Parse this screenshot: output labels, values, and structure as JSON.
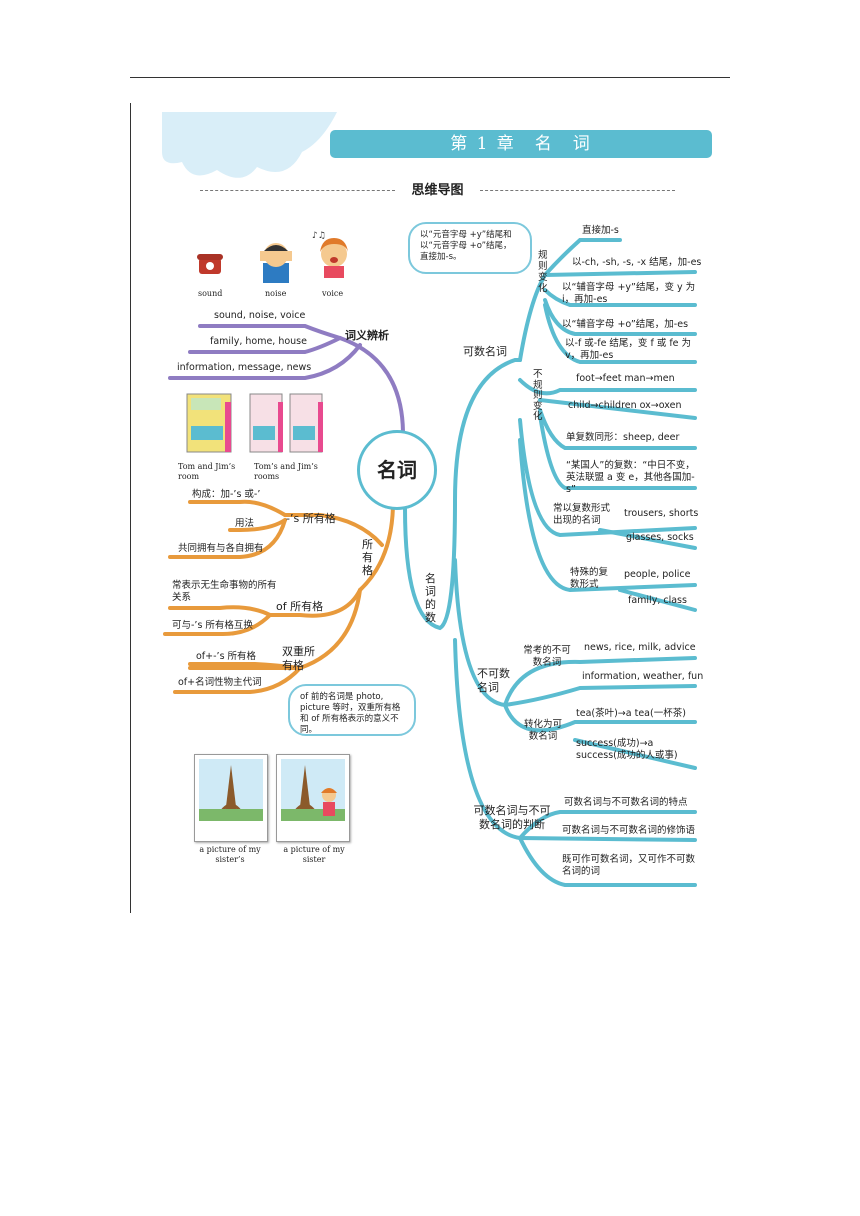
{
  "banner": {
    "title": "第 1 章　名　词"
  },
  "subtitle": "思维导图",
  "center": "名词",
  "vocab": {
    "images": [
      {
        "caption": "sound"
      },
      {
        "caption": "noise"
      },
      {
        "caption": "voice"
      }
    ],
    "branch_label": "词义辨析",
    "items": [
      "sound, noise, voice",
      "family, home, house",
      "information, message, news"
    ],
    "room_captions": [
      "Tom and Jim’s room",
      "Tom’s and Jim’s rooms"
    ]
  },
  "possessive": {
    "branch_label": "所有格",
    "s_form": {
      "label": "-’s 所有格",
      "items": [
        "构成：加-’s 或-’",
        "用法",
        "共同拥有与各自拥有"
      ]
    },
    "of_form": {
      "label": "of 所有格",
      "items": [
        "常表示无生命事物的所有关系",
        "可与-’s 所有格互换"
      ]
    },
    "double": {
      "label": "双重所有格",
      "items": [
        "of+-’s 所有格",
        "of+名词性物主代词"
      ]
    },
    "note": "of 前的名词是 photo, picture 等时，双重所有格和 of 所有格表示的意义不同。",
    "picture_captions": [
      "a picture of my sister’s",
      "a picture of my sister"
    ]
  },
  "number": {
    "branch_label": "名词的数",
    "countable": {
      "label": "可数名词",
      "note": "以“元音字母 +y”结尾和以“元音字母 +o”结尾，直接加-s。",
      "regular": {
        "label": "规则变化",
        "items": [
          "直接加-s",
          "以-ch, -sh, -s, -x 结尾，加-es",
          "以“辅音字母 +y”结尾，变 y 为 i，再加-es",
          "以“辅音字母 +o”结尾，加-es",
          "以-f 或-fe 结尾，变 f 或 fe 为 v，再加-es"
        ]
      },
      "irregular": {
        "label": "不规则变化",
        "items": [
          "foot→feet  man→men",
          "child→children  ox→oxen",
          "单复数同形：sheep, deer",
          "“某国人”的复数：“中日不变，英法联盟 a 变 e，其他各国加-s”"
        ]
      },
      "plural_only": {
        "label": "常以复数形式出现的名词",
        "items": [
          "trousers, shorts",
          "glasses, socks"
        ]
      },
      "special": {
        "label": "特殊的复数形式",
        "items": [
          "people, police",
          "family, class"
        ]
      }
    },
    "uncountable": {
      "label": "不可数名词",
      "common": {
        "label": "常考的不可数名词",
        "items": [
          "news, rice, milk, advice",
          "information, weather, fun"
        ]
      },
      "convert": {
        "label": "转化为可数名词",
        "items": [
          "tea(茶叶)→a tea(一杯茶)",
          "success(成功)→a success(成功的人或事)"
        ]
      }
    },
    "judge": {
      "label": "可数名词与不可数名词的判断",
      "items": [
        "可数名词与不可数名词的特点",
        "可数名词与不可数名词的修饰语",
        "既可作可数名词，又可作不可数名词的词"
      ]
    }
  },
  "colors": {
    "accent": "#5bbcd0",
    "vocab_branch": "#8f7cc2",
    "possessive_branch": "#e89a3c",
    "number_branch": "#5bbcd0"
  }
}
